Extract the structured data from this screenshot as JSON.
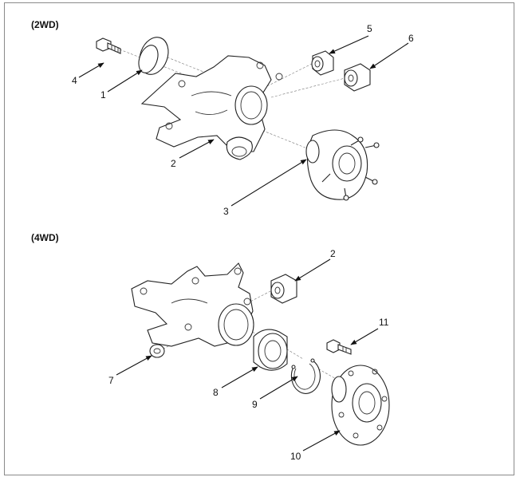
{
  "sections": {
    "two_wd": {
      "label": "(2WD)"
    },
    "four_wd": {
      "label": "(4WD)"
    }
  },
  "callouts": {
    "c1": "1",
    "c2": "2",
    "c3": "3",
    "c4": "4",
    "c5": "5",
    "c6": "6",
    "c7": "7",
    "c8": "8",
    "c9": "9",
    "c10": "10",
    "c11": "11",
    "c2b": "2"
  }
}
